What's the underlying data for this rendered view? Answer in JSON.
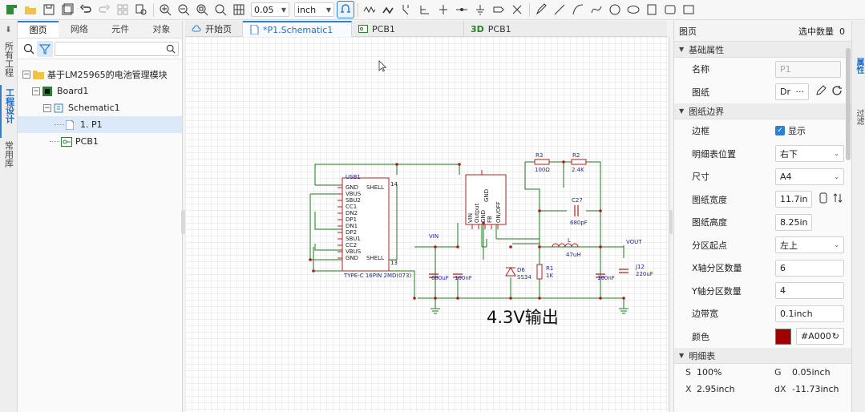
{
  "toolbar": {
    "grid_value": "0.05",
    "unit_value": "inch"
  },
  "left_vtabs": [
    {
      "label": "所有工程"
    },
    {
      "label": "工程设计"
    },
    {
      "label": "常用库"
    }
  ],
  "left_panel": {
    "tabs": [
      "图页",
      "网络",
      "元件",
      "对象"
    ],
    "tree": [
      {
        "label": "基于LM25965的电池管理模块",
        "level": 0,
        "icon": "folder-icon"
      },
      {
        "label": "Board1",
        "level": 1,
        "icon": "board-icon"
      },
      {
        "label": "Schematic1",
        "level": 2,
        "icon": "schematic-icon"
      },
      {
        "label": "1. P1",
        "level": 3,
        "icon": "page-icon"
      },
      {
        "label": "PCB1",
        "level": 2,
        "icon": "pcb-icon"
      }
    ]
  },
  "doc_tabs": [
    {
      "label": "开始页",
      "icon": "cloud-icon"
    },
    {
      "label": "*P1.Schematic1",
      "icon": "page-icon"
    },
    {
      "label": "PCB1",
      "icon": "pcb-icon"
    },
    {
      "label": "PCB1",
      "prefix": "3D",
      "icon": "3d-icon"
    }
  ],
  "schematic": {
    "annotation": "4.3V输出",
    "labels": {
      "u_usb": "USB1",
      "usb_part": "TYPE-C 16PIN 2MD(073)",
      "usb_pins_left": [
        "GND",
        "VBUS",
        "SBU2",
        "CC1",
        "DN2",
        "DP1",
        "DN1",
        "DP2",
        "SBU1",
        "CC2",
        "VBUS",
        "GND"
      ],
      "usb_pins_right": [
        "SHELL",
        "SHELL"
      ],
      "usb_num_13": "13",
      "usb_num_14": "14",
      "u_reg_pins": [
        "VIN",
        "Output",
        "GND",
        "FB",
        "ON/OFF"
      ],
      "u_reg_gnd": "GND",
      "vin": "VIN",
      "vout": "VOUT",
      "r3": "R3",
      "r3v": "100Ω",
      "r2": "R2",
      "r2v": "2.4K",
      "c27": "C27",
      "c27v": "680pF",
      "l": "L",
      "lv": "47uH",
      "r1": "R1",
      "r1v": "1K",
      "d6": "D6",
      "d6v": "SS34",
      "c1v": "680uF",
      "c2v": "100nF",
      "c3v": "100nF",
      "j12": "J12",
      "j12v": "220uF"
    }
  },
  "right_panel": {
    "header_title": "图页",
    "header_count_label": "选中数量",
    "header_count": "0",
    "sections": {
      "basic": "基础属性",
      "border": "图纸边界",
      "detail": "明细表"
    },
    "name_label": "名称",
    "name_value": "P1",
    "sheet_label": "图纸",
    "sheet_value": "Dr",
    "border_label": "边框",
    "border_check_label": "显示",
    "title_pos_label": "明细表位置",
    "title_pos_value": "右下",
    "size_label": "尺寸",
    "size_value": "A4",
    "width_label": "图纸宽度",
    "width_value": "11.7in",
    "height_label": "图纸高度",
    "height_value": "8.25in",
    "origin_label": "分区起点",
    "origin_value": "左上",
    "xdiv_label": "X轴分区数量",
    "xdiv_value": "6",
    "ydiv_label": "Y轴分区数量",
    "ydiv_value": "4",
    "bandwidth_label": "边带宽",
    "bandwidth_value": "0.1inch",
    "color_label": "颜色",
    "color_value": "#A000",
    "color_hex": "#A00000",
    "footer": {
      "s_key": "S",
      "s_val": "100%",
      "g_key": "G",
      "g_val": "0.05inch",
      "x_key": "X",
      "x_val": "2.95inch",
      "dx_key": "dX",
      "dx_val": "-11.73inch"
    }
  },
  "right_vtabs": [
    {
      "label": "属性"
    },
    {
      "label": "过滤"
    }
  ]
}
